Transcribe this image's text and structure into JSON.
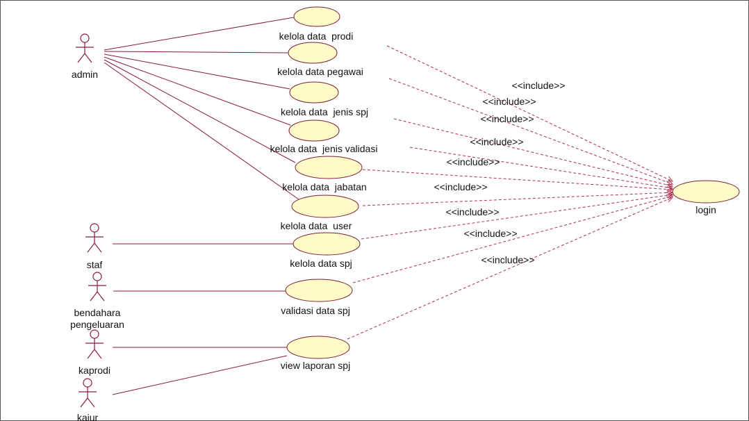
{
  "actors": [
    {
      "id": "admin",
      "label": "admin",
      "lines": [
        "admin"
      ]
    },
    {
      "id": "staf",
      "label": "staf",
      "lines": [
        "staf"
      ]
    },
    {
      "id": "bendahara",
      "label": "bendahara pengeluaran",
      "lines": [
        "bendahara",
        "pengeluaran"
      ]
    },
    {
      "id": "kaprodi",
      "label": "kaprodi",
      "lines": [
        "kaprodi"
      ]
    },
    {
      "id": "kajur",
      "label": "kajur",
      "lines": [
        "kajur"
      ]
    }
  ],
  "use_cases": [
    {
      "id": "uc-prodi",
      "label": "kelola data  prodi"
    },
    {
      "id": "uc-pegawai",
      "label": "kelola data pegawai"
    },
    {
      "id": "uc-jenis-spj",
      "label": "kelola data  jenis spj"
    },
    {
      "id": "uc-jenis-validasi",
      "label": "kelola data  jenis validasi"
    },
    {
      "id": "uc-jabatan",
      "label": "kelola data  jabatan"
    },
    {
      "id": "uc-user",
      "label": "kelola data  user"
    },
    {
      "id": "uc-spj",
      "label": "kelola data spj"
    },
    {
      "id": "uc-validasi",
      "label": "validasi data spj"
    },
    {
      "id": "uc-laporan",
      "label": "view laporan spj"
    },
    {
      "id": "uc-login",
      "label": "login"
    }
  ],
  "associations": [
    {
      "actor": "admin",
      "use_case": "uc-prodi"
    },
    {
      "actor": "admin",
      "use_case": "uc-pegawai"
    },
    {
      "actor": "admin",
      "use_case": "uc-jenis-spj"
    },
    {
      "actor": "admin",
      "use_case": "uc-jenis-validasi"
    },
    {
      "actor": "admin",
      "use_case": "uc-jabatan"
    },
    {
      "actor": "admin",
      "use_case": "uc-user"
    },
    {
      "actor": "staf",
      "use_case": "uc-spj"
    },
    {
      "actor": "bendahara",
      "use_case": "uc-validasi"
    },
    {
      "actor": "kaprodi",
      "use_case": "uc-laporan"
    },
    {
      "actor": "kajur",
      "use_case": "uc-laporan"
    }
  ],
  "includes": [
    {
      "from": "uc-prodi",
      "to": "uc-login",
      "label": "<<include>>"
    },
    {
      "from": "uc-pegawai",
      "to": "uc-login",
      "label": "<<include>>"
    },
    {
      "from": "uc-jenis-spj",
      "to": "uc-login",
      "label": "<<include>>"
    },
    {
      "from": "uc-jenis-validasi",
      "to": "uc-login",
      "label": "<<include>>"
    },
    {
      "from": "uc-jabatan",
      "to": "uc-login",
      "label": "<<include>>"
    },
    {
      "from": "uc-user",
      "to": "uc-login",
      "label": "<<include>>"
    },
    {
      "from": "uc-spj",
      "to": "uc-login",
      "label": "<<include>>"
    },
    {
      "from": "uc-validasi",
      "to": "uc-login",
      "label": "<<include>>"
    },
    {
      "from": "uc-laporan",
      "to": "uc-login",
      "label": "<<include>>"
    }
  ],
  "colors": {
    "use_case_fill": "#fffbc8",
    "use_case_stroke": "#7a1e36",
    "line": "#8a1a3a",
    "include_line": "#b0304c"
  }
}
